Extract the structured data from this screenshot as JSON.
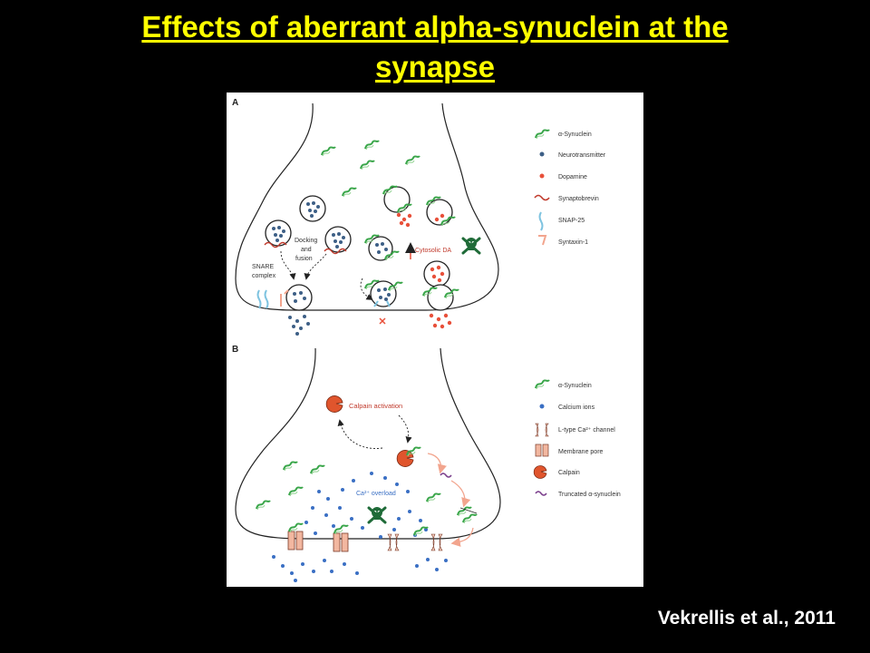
{
  "slide": {
    "title_line1": "Effects of aberrant alpha-synuclein at the",
    "title_line2": "synapse",
    "citation": "Vekrellis et al., 2011",
    "title_color": "#ffff00",
    "background": "#000000"
  },
  "panel_a": {
    "label": "A",
    "labels": {
      "docking": "Docking",
      "and": "and",
      "fusion": "fusion",
      "snare1": "SNARE",
      "snare2": "complex",
      "cytosolic": "Cytosolic DA"
    },
    "legend": [
      "α-Synuclein",
      "Neurotransmitter",
      "Dopamine",
      "Synaptobrevin",
      "SNAP-25",
      "Syntaxin-1"
    ]
  },
  "panel_b": {
    "label": "B",
    "labels": {
      "calpain_activation": "Calpain activation",
      "overload": "Ca²⁺ overload"
    },
    "legend": [
      "α-Synuclein",
      "Calcium ions",
      "L-type Ca²⁺ channel",
      "Membrane pore",
      "Calpain",
      "Truncated α-synuclein"
    ]
  },
  "colors": {
    "synuclein": "#3aa64a",
    "neurotransmitter": "#3d5f86",
    "dopamine": "#e8503a",
    "synaptobrevin": "#c0392b",
    "snap25": "#7ec3e0",
    "syntaxin": "#f2a58e",
    "calcium": "#3a6fc4",
    "skull": "#1f6b38",
    "calpain": "#e0552d",
    "truncated": "#7b3f8c"
  }
}
